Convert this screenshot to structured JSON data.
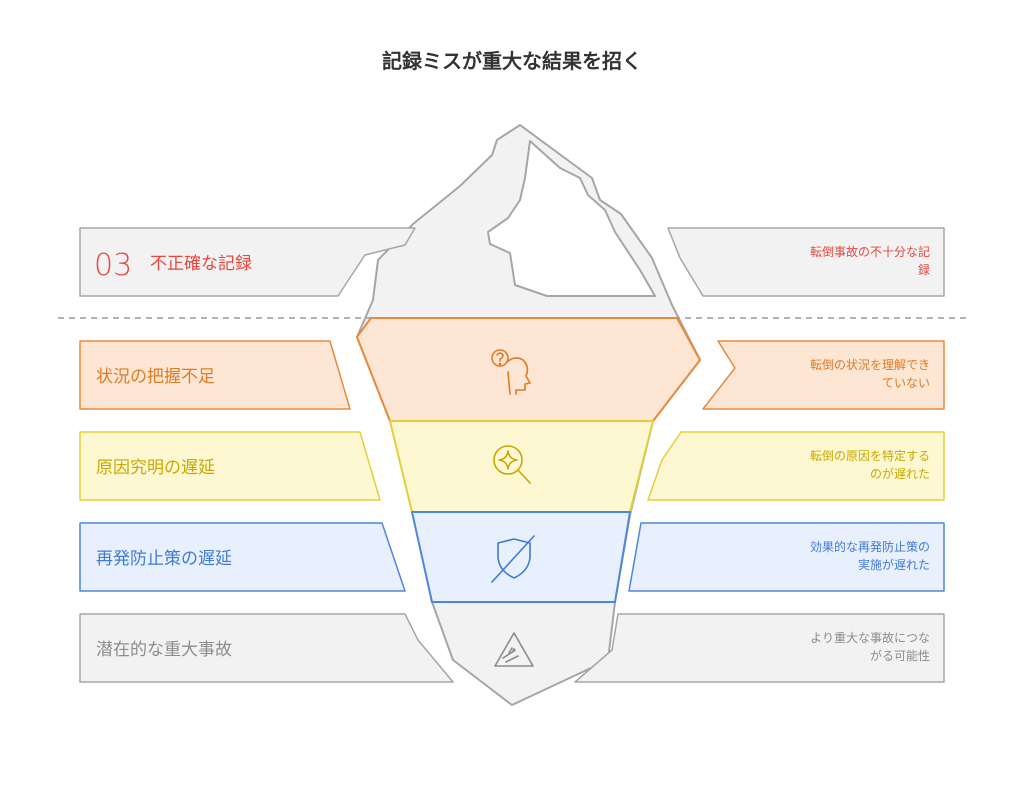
{
  "title": "記録ミスが重大な結果を招く",
  "colors": {
    "gray_fill": "#f2f2f2",
    "gray_stroke": "#a6a6a6",
    "gray_text": "#8c8c8c",
    "red_text": "#e8473f",
    "orange_fill": "#fde6d4",
    "orange_stroke": "#e88a3c",
    "orange_text": "#e07b26",
    "yellow_fill": "#fef8d2",
    "yellow_stroke": "#e4cf3a",
    "yellow_text": "#c8a800",
    "blue_fill": "#e9f0fd",
    "blue_stroke": "#4f86dd",
    "blue_text": "#3f7bd8"
  },
  "layers": [
    {
      "number": "03",
      "label": "不正確な記録",
      "description": [
        "転倒事故の不十分な記",
        "録"
      ],
      "icon": "none"
    },
    {
      "label": "状況の把握不足",
      "description": [
        "転倒の状況を理解でき",
        "ていない"
      ],
      "icon": "head-question-icon"
    },
    {
      "label": "原因究明の遅延",
      "description": [
        "転倒の原因を特定する",
        "のが遅れた"
      ],
      "icon": "magnifier-sparkle-icon"
    },
    {
      "label": "再発防止策の遅延",
      "description": [
        "効果的な再発防止策の",
        "実施が遅れた"
      ],
      "icon": "shield-slash-icon"
    },
    {
      "label": "潜在的な重大事故",
      "description": [
        "より重大な事故につな",
        "がる可能性"
      ],
      "icon": "warning-triangle-icon"
    }
  ]
}
